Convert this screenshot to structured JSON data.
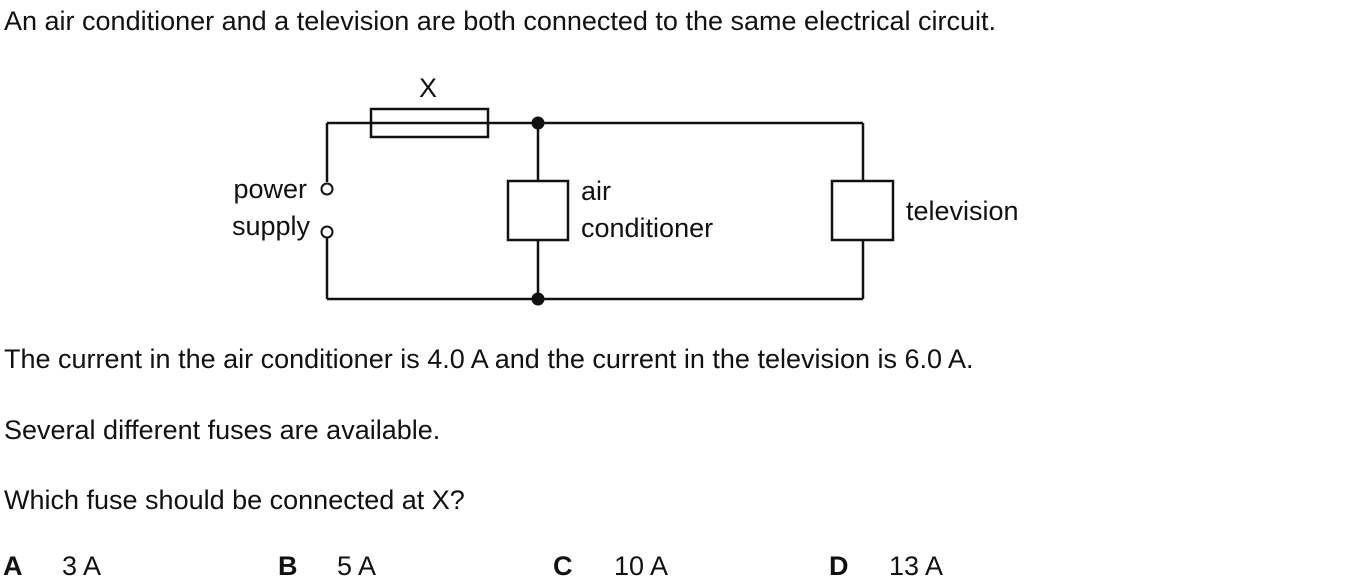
{
  "question": {
    "intro": "An air conditioner and a television are both connected to the same electrical circuit.",
    "current_info": "The current in the air conditioner is 4.0 A and the current in the television is 6.0 A.",
    "fuses_info": "Several different fuses are available.",
    "prompt": "Which fuse should be connected at X?"
  },
  "diagram": {
    "fuse_label": "X",
    "supply_label_1": "power",
    "supply_label_2": "supply",
    "ac_label_1": "air",
    "ac_label_2": "conditioner",
    "tv_label": "television"
  },
  "options": [
    {
      "letter": "A",
      "value": "3 A"
    },
    {
      "letter": "B",
      "value": "5 A"
    },
    {
      "letter": "C",
      "value": "10 A"
    },
    {
      "letter": "D",
      "value": "13 A"
    }
  ]
}
